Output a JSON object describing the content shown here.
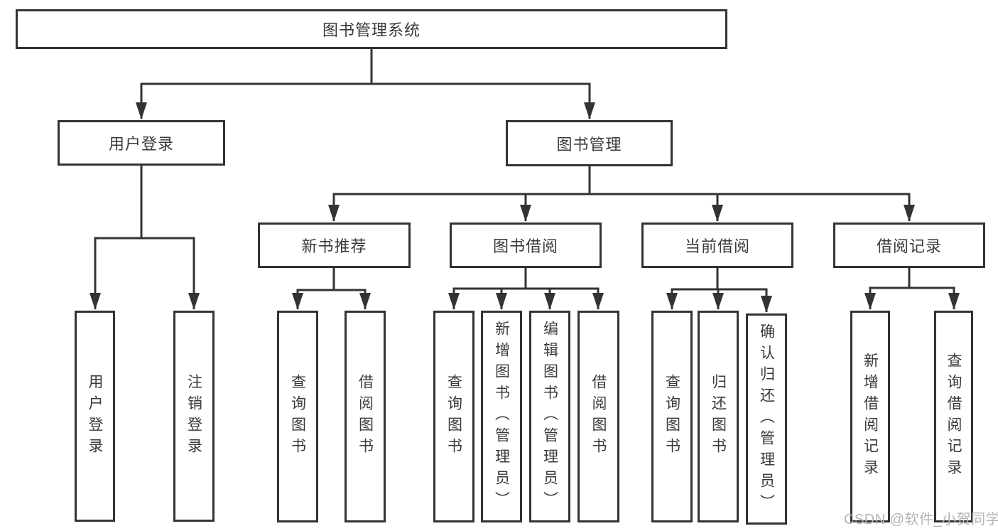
{
  "nodes": {
    "root": "图书管理系统",
    "user_login_branch": "用户登录",
    "book_mgmt": "图书管理",
    "new_book_rec": "新书推荐",
    "book_borrow": "图书借阅",
    "current_borrow": "当前借阅",
    "borrow_records": "借阅记录",
    "leaf_user_login": "用户登录",
    "leaf_logout": "注销登录",
    "leaf_query_books_a": "查询图书",
    "leaf_borrow_books_a": "借阅图书",
    "leaf_query_books_b": "查询图书",
    "leaf_add_book": "新增图书（管理员）",
    "leaf_edit_book": "编辑图书（管理员）",
    "leaf_borrow_books_b": "借阅图书",
    "leaf_query_books_c": "查询图书",
    "leaf_return_books": "归还图书",
    "leaf_confirm_return": "确认归还（管理员）",
    "leaf_add_borrow_record": "新增借阅记录",
    "leaf_query_borrow_record": "查询借阅记录"
  },
  "hierarchy": {
    "图书管理系统": {
      "用户登录": [
        "用户登录",
        "注销登录"
      ],
      "图书管理": {
        "新书推荐": [
          "查询图书",
          "借阅图书"
        ],
        "图书借阅": [
          "查询图书",
          "新增图书（管理员）",
          "编辑图书（管理员）",
          "借阅图书"
        ],
        "当前借阅": [
          "查询图书",
          "归还图书",
          "确认归还（管理员）"
        ],
        "借阅记录": [
          "新增借阅记录",
          "查询借阅记录"
        ]
      }
    }
  },
  "watermark": "CSDN @软件_小贺同学",
  "colors": {
    "line": "#333333",
    "text": "#3a3a3a",
    "watermark": "#b4b4b4",
    "background": "#ffffff"
  }
}
